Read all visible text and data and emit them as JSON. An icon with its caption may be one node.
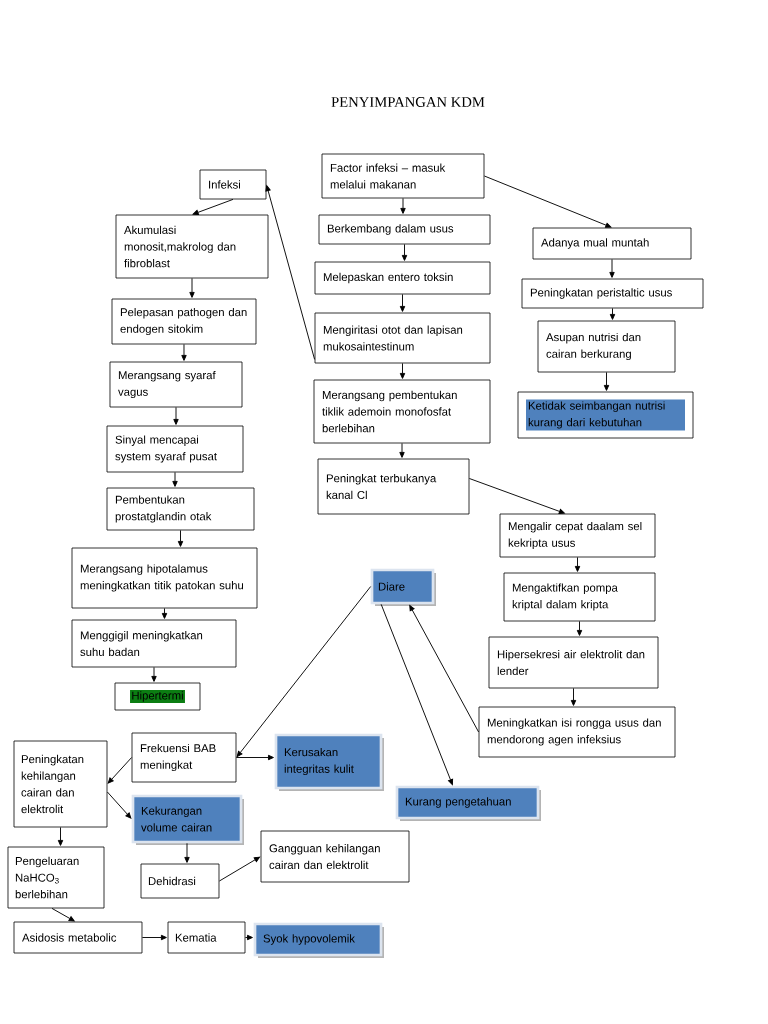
{
  "diagram": {
    "title": "PENYIMPANGAN KDM",
    "nodes": [
      {
        "text": [
          "Factor infeksi – masuk melalui makanan"
        ]
      },
      {
        "text": [
          "Infeksi"
        ]
      },
      {
        "text": [
          "Akumulasi monosit,makrolog dan fibroblast"
        ]
      },
      {
        "text": [
          "Pelepasan pathogen dan endogen sitokim"
        ]
      },
      {
        "text": [
          "Merangsang syaraf vagus"
        ]
      },
      {
        "text": [
          "Sinyal mencapai system syaraf pusat"
        ]
      },
      {
        "text": [
          "Pembentukan prostatglandin otak"
        ]
      },
      {
        "text": [
          "Merangsang hipotalamus meningkatkan titik patokan suhu"
        ]
      },
      {
        "text": [
          "Menggigil meningkatkan suhu badan"
        ]
      },
      {
        "text": [
          "Hipertermi"
        ]
      },
      {
        "text": [
          "Berkembang dalam usus"
        ]
      },
      {
        "text": [
          "Melepaskan entero toksin"
        ]
      },
      {
        "text": [
          "Mengiritasi otot dan lapisan mukosaintestinum"
        ]
      },
      {
        "text": [
          "Merangsang pembentukan tiklik ademoin monofosfat berlebihan"
        ]
      },
      {
        "text": [
          "Peningkat terbukanya kanal Cl"
        ]
      },
      {
        "text": [
          "Adanya mual muntah"
        ]
      },
      {
        "text": [
          "Peningkatan peristaltic usus"
        ]
      },
      {
        "text": [
          "Asupan nutrisi dan cairan berkurang"
        ]
      },
      {
        "text": [
          "Ketidak seimbangan nutrisi kurang dari kebutuhan"
        ]
      },
      {
        "text": [
          "Mengalir cepat daalam sel kekripta usus"
        ]
      },
      {
        "text": [
          "Mengaktifkan pompa kriptal dalam kripta"
        ]
      },
      {
        "text": [
          "Hipersekresi air elektrolit dan lender"
        ]
      },
      {
        "text": [
          "Meningkatkan isi rongga usus dan mendorong agen infeksius"
        ]
      },
      {
        "text": [
          "Diare"
        ]
      },
      {
        "text": [
          "Frekuensi BAB meningkat"
        ]
      },
      {
        "text": [
          "Kerusakan integritas kulit"
        ]
      },
      {
        "text": [
          "Kurang pengetahuan"
        ]
      },
      {
        "text": [
          "Peningkatan kehilangan cairan dan elektrolit"
        ]
      },
      {
        "text": [
          "Kekurangan volume cairan"
        ]
      },
      {
        "text": [
          "Pengeluaran NaHCO$_{3}$ berlebihan"
        ]
      },
      {
        "text": [
          "Dehidrasi"
        ]
      },
      {
        "text": [
          "Gangguan kehilangan cairan dan elektrolit"
        ]
      },
      {
        "text": [
          "Asidosis metabolic"
        ]
      },
      {
        "text": [
          "Kematia"
        ]
      },
      {
        "text": [
          "Syok hypovolemik"
        ]
      }
    ],
    "edges": [
      {
        "from": 0,
        "to": 10,
        "arrow": "to"
      },
      {
        "from": 10,
        "to": 11,
        "arrow": "to"
      },
      {
        "from": 11,
        "to": 12,
        "arrow": "to"
      },
      {
        "from": 12,
        "to": 13,
        "arrow": "to"
      },
      {
        "from": 13,
        "to": 14,
        "arrow": "to"
      },
      {
        "from": 0,
        "to": 15,
        "arrow": "to"
      },
      {
        "from": 15,
        "to": 16,
        "arrow": "to"
      },
      {
        "from": 16,
        "to": 17,
        "arrow": "to"
      },
      {
        "from": 17,
        "to": 18,
        "arrow": "to"
      },
      {
        "from": 12,
        "to": 1,
        "arrow": "to"
      },
      {
        "from": 1,
        "to": 2,
        "arrow": "to"
      },
      {
        "from": 2,
        "to": 3,
        "arrow": "to"
      },
      {
        "from": 3,
        "to": 4,
        "arrow": "to"
      },
      {
        "from": 4,
        "to": 5,
        "arrow": "to"
      },
      {
        "from": 5,
        "to": 6,
        "arrow": "to"
      },
      {
        "from": 6,
        "to": 7,
        "arrow": "to"
      },
      {
        "from": 7,
        "to": 8,
        "arrow": "to"
      },
      {
        "from": 8,
        "to": 9,
        "arrow": "to"
      },
      {
        "from": 14,
        "to": 19,
        "arrow": "to"
      },
      {
        "from": 19,
        "to": 20,
        "arrow": "to"
      },
      {
        "from": 20,
        "to": 21,
        "arrow": "to"
      },
      {
        "from": 21,
        "to": 22,
        "arrow": "to"
      },
      {
        "from": 22,
        "to": 23,
        "arrow": "to"
      },
      {
        "from": 23,
        "to": 24,
        "arrow": "to"
      },
      {
        "from": 23,
        "to": 26,
        "arrow": "to"
      },
      {
        "from": 24,
        "to": 25,
        "arrow": "to"
      },
      {
        "from": 24,
        "to": 27,
        "arrow": "to"
      },
      {
        "from": 27,
        "to": 28,
        "arrow": "to"
      },
      {
        "from": 27,
        "to": 29,
        "arrow": "to"
      },
      {
        "from": 28,
        "to": 30,
        "arrow": "to"
      },
      {
        "from": 30,
        "to": 31,
        "arrow": "to"
      },
      {
        "from": 29,
        "to": 32,
        "arrow": "to"
      },
      {
        "from": 32,
        "to": 33,
        "arrow": "to"
      },
      {
        "from": 33,
        "to": 34,
        "arrow": "to"
      }
    ]
  }
}
